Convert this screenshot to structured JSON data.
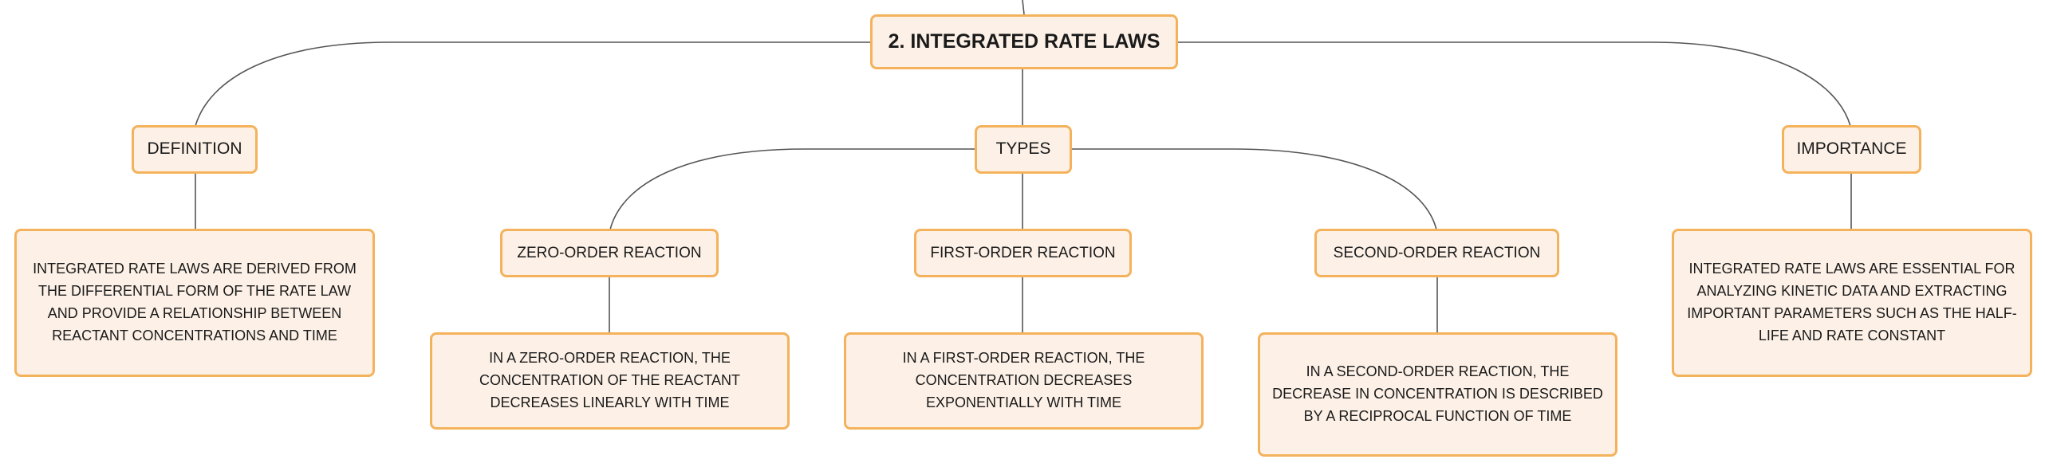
{
  "root": {
    "label": "2. INTEGRATED RATE LAWS"
  },
  "categories": {
    "definition": {
      "label": "DEFINITION",
      "text": "INTEGRATED RATE LAWS ARE DERIVED FROM THE DIFFERENTIAL FORM OF THE RATE LAW AND PROVIDE A RELATIONSHIP BETWEEN REACTANT CONCENTRATIONS AND TIME"
    },
    "types": {
      "label": "TYPES"
    },
    "importance": {
      "label": "IMPORTANCE",
      "text": "INTEGRATED RATE LAWS ARE ESSENTIAL FOR ANALYZING KINETIC DATA AND EXTRACTING IMPORTANT PARAMETERS SUCH AS THE HALF-LIFE AND RATE CONSTANT"
    }
  },
  "types": {
    "zero": {
      "label": "ZERO-ORDER REACTION",
      "text": "IN A ZERO-ORDER REACTION, THE CONCENTRATION OF THE REACTANT DECREASES LINEARLY WITH TIME"
    },
    "first": {
      "label": "FIRST-ORDER REACTION",
      "text": "IN A FIRST-ORDER REACTION, THE CONCENTRATION DECREASES EXPONENTIALLY WITH TIME"
    },
    "second": {
      "label": "SECOND-ORDER REACTION",
      "text": "IN A SECOND-ORDER REACTION, THE DECREASE IN CONCENTRATION IS DESCRIBED BY A RECIPROCAL FUNCTION OF TIME"
    }
  },
  "colors": {
    "node_fill": "#fdf1e7",
    "node_border": "#f4b25c",
    "connector": "#555555"
  }
}
